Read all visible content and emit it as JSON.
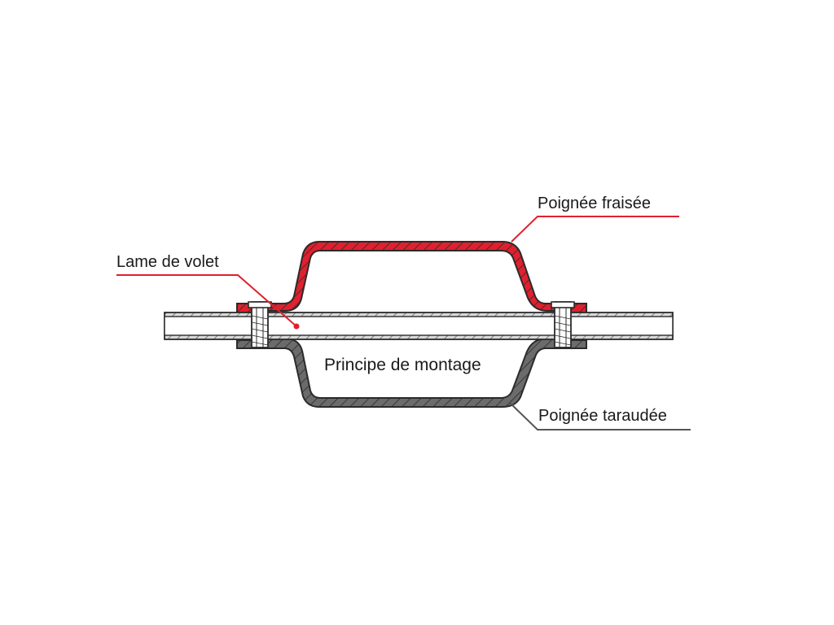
{
  "caption": "Principe de montage",
  "labels": {
    "handle_milled": "Poignée fraisée",
    "slat": "Lame de volet",
    "handle_tapped": "Poignée taraudée"
  },
  "colors": {
    "handle_milled": "#e0202e",
    "handle_tapped": "#6b6b6b",
    "outline": "#2b2b2b",
    "slat_fill": "#ffffff",
    "leader_milled": "#e0202e",
    "leader_tapped": "#555555"
  }
}
